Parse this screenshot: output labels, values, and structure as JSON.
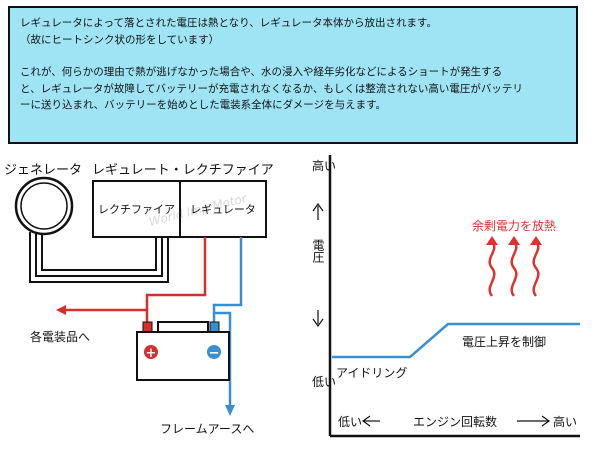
{
  "description": {
    "line1": "レギュレータによって落とされた電圧は熱となり、レギュレータ本体から放出されます。",
    "line2": "（故にヒートシンク状の形をしています）",
    "line3": "これが、何らかの理由で熱が逃げなかった場合や、水の浸入や経年劣化などによるショートが発生する",
    "line4": "と、レギュレータが故障してバッテリーが充電されなくなるか、もしくは整流されない高い電圧がバッテリ",
    "line5": "ーに送り込まれ、バッテリーを始めとした電装系全体にダメージを与えます。"
  },
  "circuit": {
    "generator_label": "ジェネレータ",
    "unit_label": "レギュレート・レクチファイア",
    "rectifier_label": "レクチファイア",
    "regulator_label": "レギュレータ",
    "to_equipment_label": "各電装品へ",
    "to_frame_ground_label": "フレームアースへ",
    "plus_symbol": "+",
    "minus_symbol": "−"
  },
  "graph": {
    "y_high": "高い",
    "y_axis_label": "電圧",
    "y_low": "低い",
    "x_low": "低い",
    "x_axis_label": "エンジン回転数",
    "x_high": "高い",
    "idle_label": "アイドリング",
    "suppress_label": "電圧上昇を制御",
    "surplus_label": "余剰電力を放熱"
  },
  "watermark": "World Imp Motor",
  "colors": {
    "textbox_bg": "#9fe4f5",
    "red_wire": "#d62d2d",
    "blue_wire": "#3a8fd0",
    "heat_red": "#e03030",
    "voltage_line": "#3a8fd0",
    "battery_plus": "#d62d2d",
    "battery_minus": "#3a8fd0"
  }
}
